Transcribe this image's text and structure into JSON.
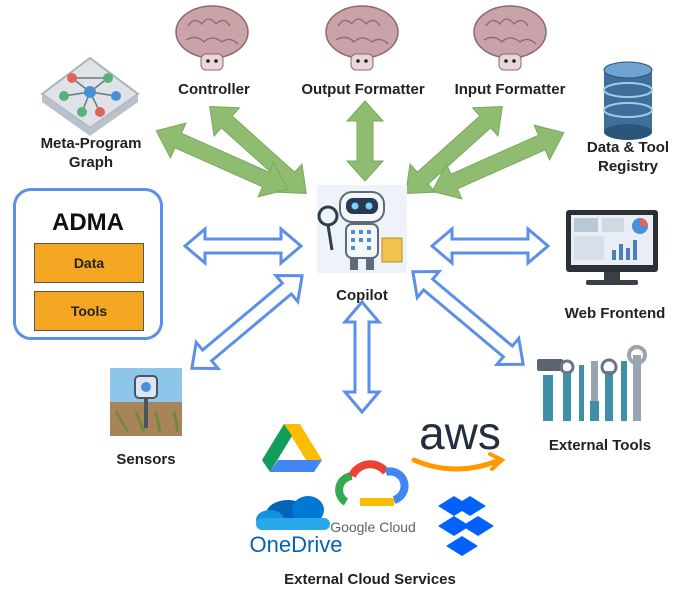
{
  "nodes": {
    "controller": "Controller",
    "output_formatter": "Output Formatter",
    "input_formatter": "Input Formatter",
    "meta_program_graph": [
      "Meta-Program",
      "Graph"
    ],
    "data_tool_registry": [
      "Data & Tool",
      "Registry"
    ],
    "copilot": "Copilot",
    "web_frontend": "Web Frontend",
    "external_tools": "External Tools",
    "sensors": "Sensors",
    "external_cloud_services": "External Cloud Services"
  },
  "adma": {
    "title": "ADMA",
    "items": [
      "Data",
      "Tools"
    ]
  },
  "cloud_logos": {
    "aws": "aws",
    "google_cloud": "Google Cloud",
    "onedrive": "OneDrive"
  },
  "colors": {
    "green_arrow": "#8fbc70",
    "blue_arrow": "#5b8fe8",
    "adma_box": "#f5a623",
    "brain": "#c9a3a8"
  }
}
